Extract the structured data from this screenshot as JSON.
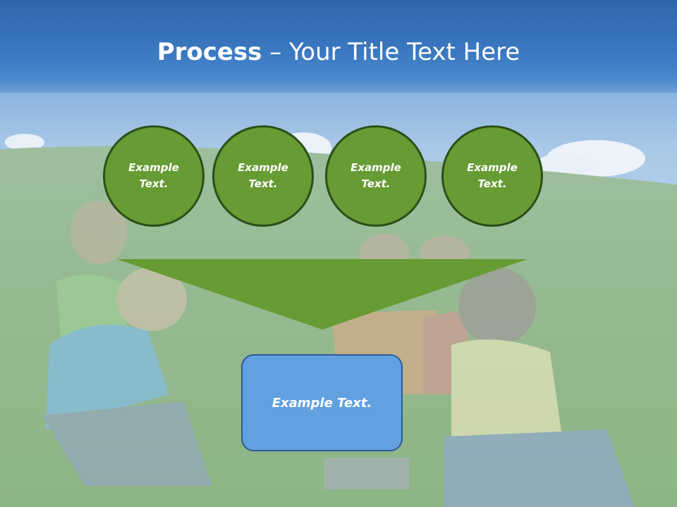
{
  "slide": {
    "title_bold": "Process",
    "title_rest": " – Your Title Text Here",
    "circles": [
      {
        "label": "Example Text."
      },
      {
        "label": "Example Text."
      },
      {
        "label": "Example Text."
      },
      {
        "label": "Example Text."
      }
    ],
    "result_box": {
      "label": "Example Text."
    }
  },
  "colors": {
    "title_band": "#3a78c0",
    "circle_fill": "#679b33",
    "circle_border": "#2c4f18",
    "funnel_fill": "#679b33",
    "result_fill": "#62a0e0",
    "result_border": "#2e5a95"
  }
}
